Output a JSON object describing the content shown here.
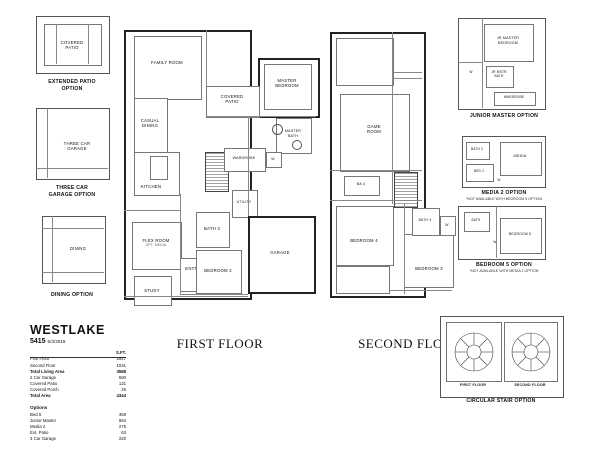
{
  "plan": {
    "name": "WESTLAKE",
    "number": "5415",
    "revision": "5/3/2018"
  },
  "areas": {
    "header_label": "",
    "header_unit": "S.FT.",
    "rows": [
      {
        "label": "First Floor",
        "value": "2547"
      },
      {
        "label": "Second Floor",
        "value": "1031"
      },
      {
        "label": "Total Living Area",
        "value": "3588",
        "bold": true
      },
      {
        "label": "2 Car Garage",
        "value": "590"
      },
      {
        "label": "Covered Patio",
        "value": "131"
      },
      {
        "label": "Covered Porch",
        "value": "25"
      },
      {
        "label": "Total Area",
        "value": "4344",
        "bold": true
      }
    ]
  },
  "options": {
    "heading": "Options",
    "rows": [
      {
        "label": "Bed 5",
        "value": "359"
      },
      {
        "label": "Junior Master",
        "value": "584"
      },
      {
        "label": "Media 2",
        "value": "275"
      },
      {
        "label": "Ext. Patio",
        "value": "63"
      },
      {
        "label": "3 Car Garage",
        "value": "220"
      }
    ]
  },
  "floor_captions": {
    "first": "FIRST FLOOR",
    "second": "SECOND FLOOR"
  },
  "left_options": [
    {
      "title": "EXTENDED PATIO\nOPTION",
      "caption_line1": "EXTENDED PATIO",
      "caption_line2": "OPTION",
      "room": "COVERED\nPATIO",
      "room_l1": "COVERED",
      "room_l2": "PATIO"
    },
    {
      "caption_line1": "THREE CAR",
      "caption_line2": "GARAGE OPTION",
      "room_l1": "THREE CAR",
      "room_l2": "GARAGE"
    },
    {
      "caption_line1": "DINING OPTION",
      "caption_line2": "",
      "room_l1": "DINING",
      "room_l2": ""
    }
  ],
  "right_options": [
    {
      "caption": "JUNIOR MASTER OPTION",
      "note": "",
      "rooms": [
        "JR MASTER",
        "BEDROOM",
        "JR MSTR",
        "BATH",
        "WARDROBE",
        "W"
      ]
    },
    {
      "caption": "MEDIA 2 OPTION",
      "note": "*NOT AVAILABLE WITH BEDROOM 5 OPTION",
      "rooms": [
        "BATH 2",
        "MEDIA",
        "BED 2",
        "W"
      ]
    },
    {
      "caption": "BEDROOM 5 OPTION",
      "note": "*NOT AVAILABLE WITH MEDIA 2 OPTION",
      "rooms": [
        "BEDROOM 5",
        "BATH",
        "W"
      ]
    },
    {
      "caption": "CIRCULAR STAIR OPTION",
      "note": "",
      "rooms": [
        "FIRST FLOOR",
        "SECOND FLOOR"
      ]
    }
  ],
  "first_floor_rooms": [
    {
      "name": "FAMILY ROOM"
    },
    {
      "name": "MASTER\nBEDROOM",
      "l1": "MASTER",
      "l2": "BEDROOM"
    },
    {
      "name": "COVERED\nPATIO",
      "l1": "COVERED",
      "l2": "PATIO"
    },
    {
      "name": "CASUAL\nDINING",
      "l1": "CASUAL",
      "l2": "DINING"
    },
    {
      "name": "MASTER\nBATH",
      "l1": "MASTER",
      "l2": "BATH"
    },
    {
      "name": "WARDROBE"
    },
    {
      "name": "KITCHEN"
    },
    {
      "name": "UTILITY"
    },
    {
      "name": "FLEX ROOM",
      "sub": "OPT. MEDIA"
    },
    {
      "name": "BATH 3"
    },
    {
      "name": "BEDROOM 2"
    },
    {
      "name": "ENTRY"
    },
    {
      "name": "STUDY"
    },
    {
      "name": "GARAGE"
    },
    {
      "name": "W"
    }
  ],
  "second_floor_rooms": [
    {
      "name": "GAME\nROOM",
      "l1": "GAME",
      "l2": "ROOM"
    },
    {
      "name": "BA 4"
    },
    {
      "name": "BEDROOM 4"
    },
    {
      "name": "BEDROOM 3"
    },
    {
      "name": "BATH 3"
    },
    {
      "name": "W"
    }
  ]
}
